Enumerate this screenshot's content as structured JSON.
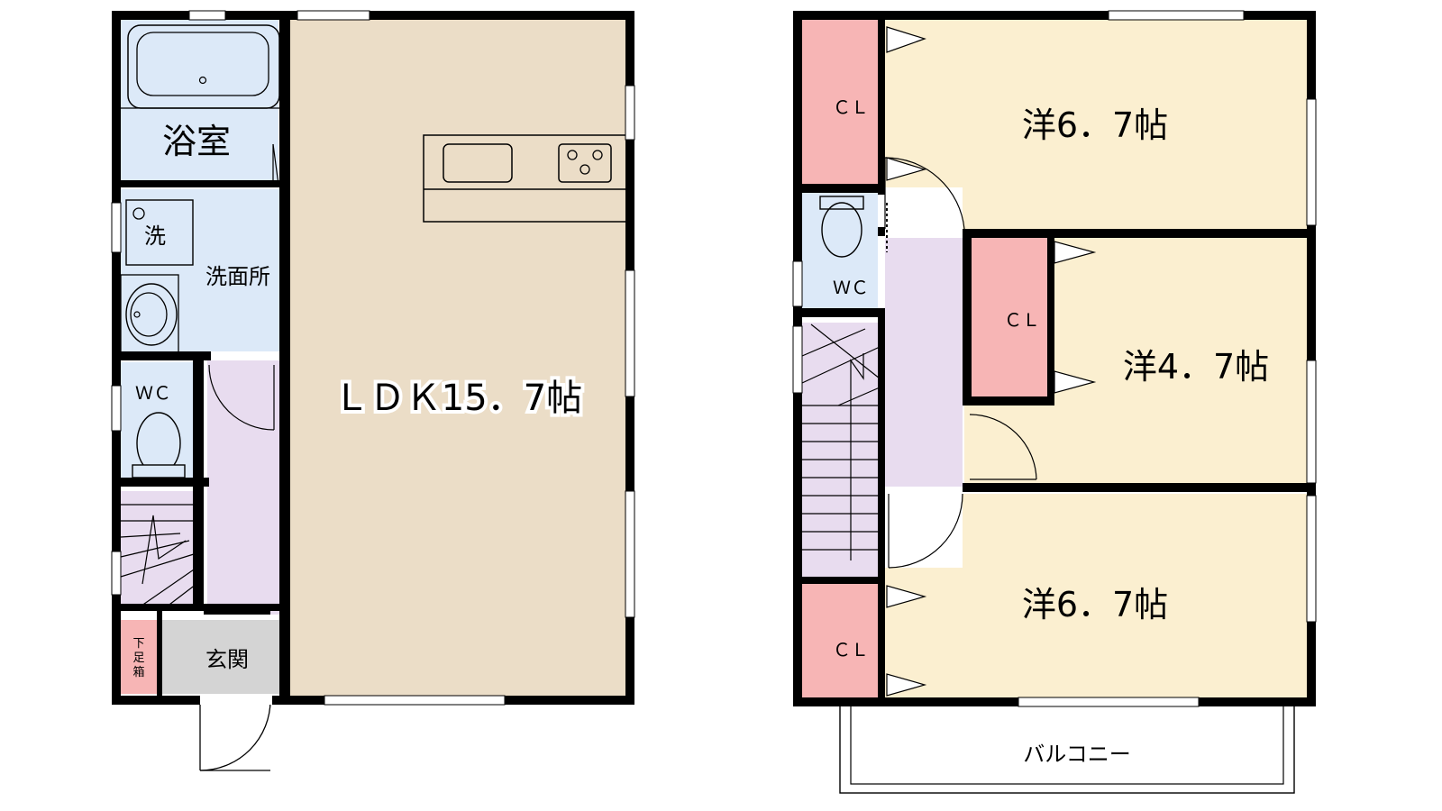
{
  "colors": {
    "ldk": "#ebddc7",
    "wet": "#dce9f8",
    "hall": "#e8dcef",
    "entrance": "#d4d4d4",
    "closet": "#f7b5b5",
    "bedroom": "#fbefd0",
    "wall": "#000000"
  },
  "floor1": {
    "bath": "浴室",
    "washroom": "洗面所",
    "washer": "洗",
    "wc": "ＷＣ",
    "ldk": "ＬＤＫ15．7帖",
    "entrance": "玄関",
    "shoe_chars": [
      "下",
      "足",
      "箱"
    ]
  },
  "floor2": {
    "room_top": "洋6．7帖",
    "room_mid": "洋4．7帖",
    "room_bottom": "洋6．7帖",
    "cl_top": "ＣＬ",
    "cl_mid": "ＣＬ",
    "cl_bottom": "ＣＬ",
    "wc": "ＷＣ",
    "balcony": "バルコニー"
  }
}
